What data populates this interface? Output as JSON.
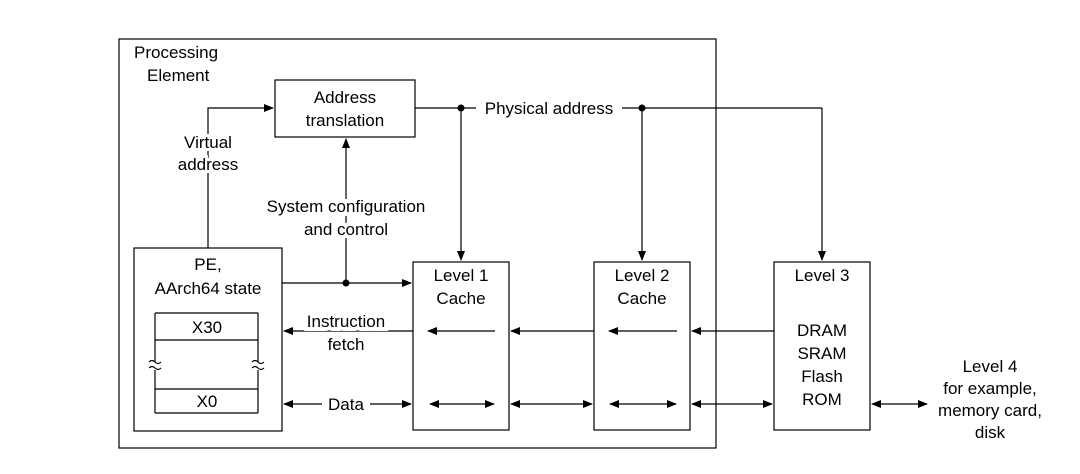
{
  "processing_element": {
    "title_line1": "Processing",
    "title_line2": "Element"
  },
  "address_translation": {
    "line1": "Address",
    "line2": "translation"
  },
  "labels": {
    "physical_address": "Physical address",
    "virtual_address_line1": "Virtual",
    "virtual_address_line2": "address",
    "sys_config_line1": "System configuration",
    "sys_config_line2": "and control",
    "instruction_fetch_line1": "Instruction",
    "instruction_fetch_line2": "fetch",
    "data": "Data"
  },
  "pe_state": {
    "line1": "PE,",
    "line2": "AArch64 state",
    "reg_top": "X30",
    "reg_bottom": "X0"
  },
  "level1": {
    "line1": "Level 1",
    "line2": "Cache"
  },
  "level2": {
    "line1": "Level 2",
    "line2": "Cache"
  },
  "level3": {
    "title": "Level 3",
    "items": [
      "DRAM",
      "SRAM",
      "Flash",
      "ROM"
    ]
  },
  "level4": {
    "lines": [
      "Level 4",
      "for example,",
      "memory card,",
      "disk"
    ]
  }
}
